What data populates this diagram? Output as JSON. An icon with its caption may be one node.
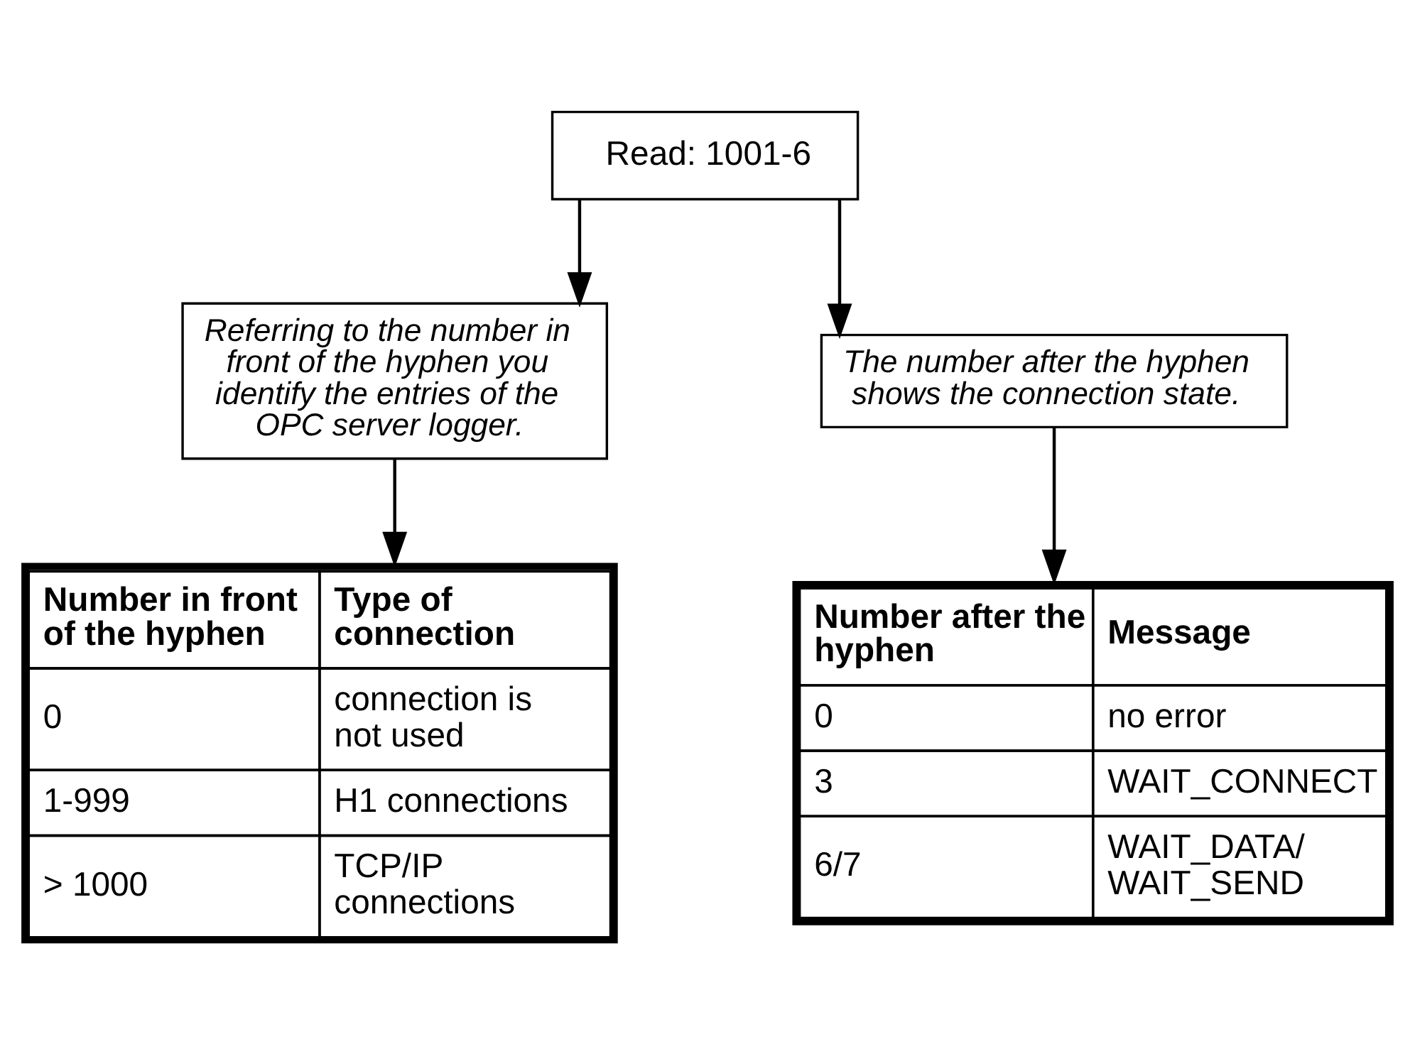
{
  "diagram": {
    "nodes": [
      {
        "text": [
          "Read: 1001-6"
        ]
      },
      {
        "text": [
          "Referring to the number in front of the hyphen you identify the entries of the OPC server logger."
        ]
      },
      {
        "text": [
          "The number after the hyphen shows the connection state."
        ]
      },
      {
        "text": [
          "Number in front of the hyphen",
          "Type of connection",
          "0",
          "connection is not used",
          "1-999",
          "H1 connections",
          "> 1000",
          "TCP/IP connections"
        ]
      },
      {
        "text": [
          "Number after the hyphen",
          "Message",
          "0",
          "no error",
          "3",
          "WAIT_CONNECT",
          "6/7",
          "WAIT_DATA/ WAIT_SEND"
        ]
      }
    ],
    "edges": [
      {
        "from": 0,
        "to": 1,
        "arrow": "to"
      },
      {
        "from": 0,
        "to": 2,
        "arrow": "to"
      },
      {
        "from": 1,
        "to": 3,
        "arrow": "to"
      },
      {
        "from": 2,
        "to": 4,
        "arrow": "to"
      }
    ]
  }
}
